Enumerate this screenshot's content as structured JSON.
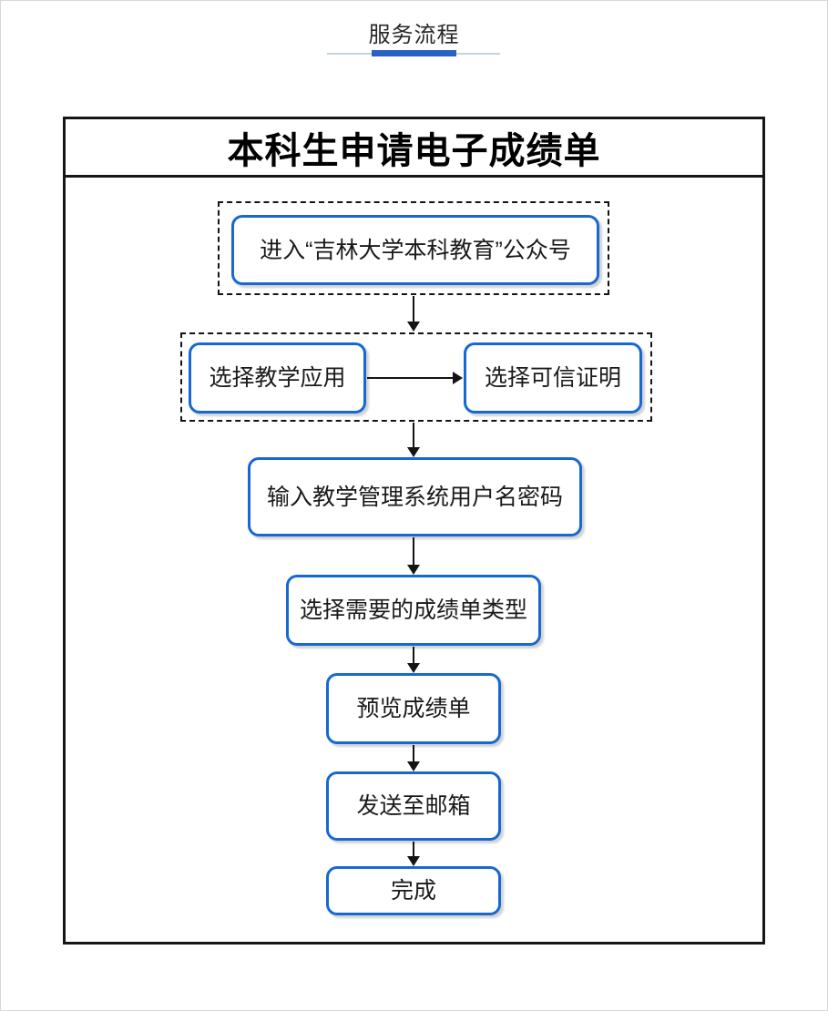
{
  "header": {
    "title": "服务流程"
  },
  "flow": {
    "title": "本科生申请电子成绩单",
    "nodes": [
      {
        "label": "进入“吉林大学本科教育”公众号"
      },
      {
        "label": "选择教学应用"
      },
      {
        "label": "选择可信证明"
      },
      {
        "label": "输入教学管理系统用户名密码"
      },
      {
        "label": "选择需要的成绩单类型"
      },
      {
        "label": "预览成绩单"
      },
      {
        "label": "发送至邮箱"
      },
      {
        "label": "完成"
      }
    ],
    "groups": [
      {
        "name": "group-1",
        "node_indexes": [
          0
        ]
      },
      {
        "name": "group-2",
        "node_indexes": [
          1,
          2
        ]
      }
    ],
    "edges": [
      {
        "from": 0,
        "to": 1
      },
      {
        "from": 1,
        "to": 2
      },
      {
        "from": 2,
        "to": 3
      },
      {
        "from": 3,
        "to": 4
      },
      {
        "from": 4,
        "to": 5
      },
      {
        "from": 5,
        "to": 6
      },
      {
        "from": 6,
        "to": 7
      }
    ]
  },
  "colors": {
    "node_border_blue": "#1668d2",
    "divider_accent_blue": "#2a62c4",
    "divider_line_gray": "#c2d4e0",
    "frame_black": "#161616",
    "page_edge_gray": "#d8d8d8"
  }
}
